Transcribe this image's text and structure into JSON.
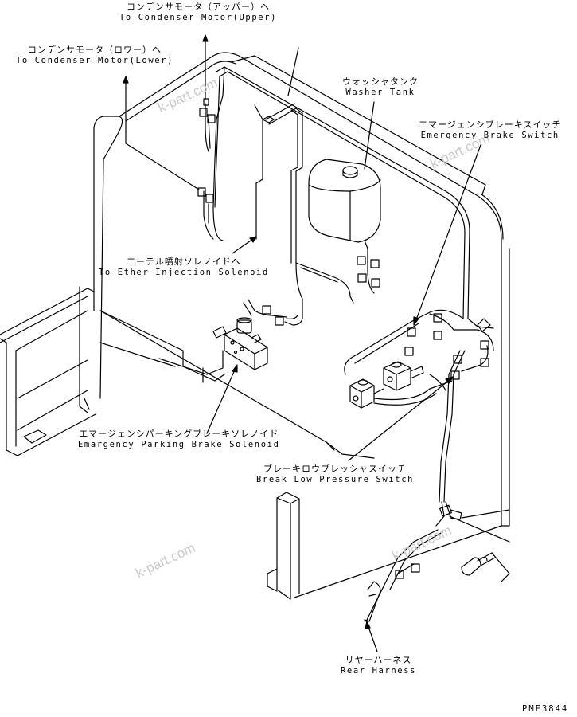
{
  "labels": {
    "condenser_upper": {
      "jp": "コンデンサモータ（アッパー）へ",
      "en": "To Condenser Motor(Upper)"
    },
    "condenser_lower": {
      "jp": "コンデンサモータ（ロワー）へ",
      "en": "To Condenser Motor(Lower)"
    },
    "washer_tank": {
      "jp": "ウォッシャタンク",
      "en": "Washer Tank"
    },
    "emergency_brake_switch": {
      "jp": "エマージェンシブレーキスイッチ",
      "en": "Emergency Brake Switch"
    },
    "ether_injection": {
      "jp": "エーテル噴射ソレノイドへ",
      "en": "To Ether Injection Solenoid"
    },
    "parking_brake_solenoid": {
      "jp": "エマージェンシパーキングブレーキソレノイド",
      "en": "Emargency Parking Brake Solenoid"
    },
    "low_pressure_switch": {
      "jp": "ブレーキロウプレッシャスイッチ",
      "en": "Break Low Pressure Switch"
    },
    "rear_harness": {
      "jp": "リヤーハーネス",
      "en": "Rear Harness"
    }
  },
  "watermark": "k-part.com",
  "drawing_code": "PME3844"
}
